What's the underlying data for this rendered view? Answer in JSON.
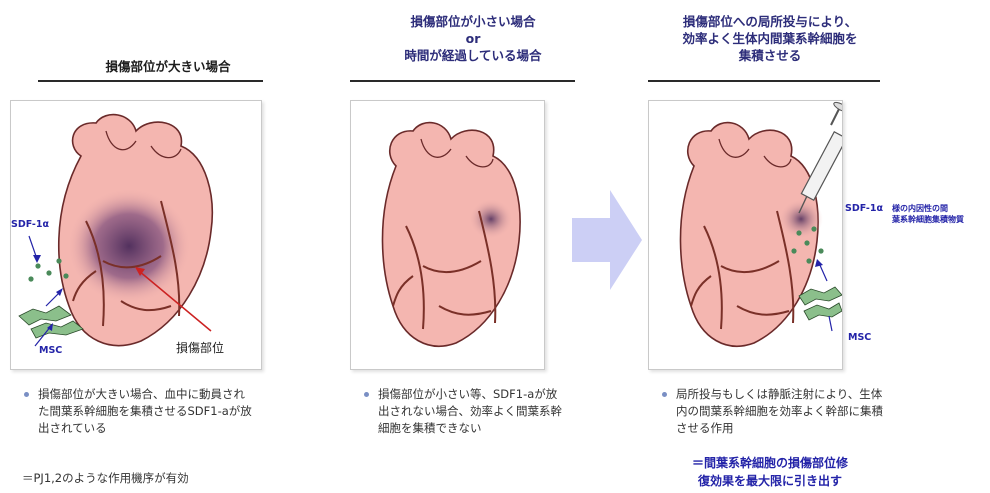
{
  "columns": [
    {
      "header": "損傷部位が大きい場合",
      "bullet": "損傷部位が大きい場合、血中に動員された間葉系幹細胞を集積させるSDF1-aが放出されている",
      "note": "＝PJ1,2のような作用機序が有効"
    },
    {
      "header_line1": "損傷部位が小さい場合",
      "header_line2": "or",
      "header_line3": "時間が経過している場合",
      "bullet": "損傷部位が小さい等、SDF1-aが放出されない場合、効率よく間葉系幹細胞を集積できない"
    },
    {
      "header_line1": "損傷部位への局所投与により、",
      "header_line2": "効率よく生体内間葉系幹細胞を",
      "header_line3": "集積させる",
      "bullet": "局所投与もしくは静脈注射により、生体内の間葉系幹細胞を効率よく幹部に集積させる作用",
      "emphasis_line1": "＝間葉系幹細胞の損傷部位修",
      "emphasis_line2": "復効果を最大限に引き出す"
    }
  ],
  "panel1": {
    "sdf_label": "SDF-1α",
    "msc_label": "MSC",
    "injury_label": "損傷部位"
  },
  "panel3": {
    "sdf_label": "SDF-1α",
    "sdf_desc_line1": "様の内因性の間",
    "sdf_desc_line2": "葉系幹細胞集積物質",
    "msc_label": "MSC"
  },
  "colors": {
    "heart_fill": "#f4b6b0",
    "heart_stroke": "#6a2a2a",
    "vessel": "#7a3028",
    "injury": "#5a3a6a",
    "arrow": "#cccff5",
    "label_blue": "#2323a8",
    "red_arrow": "#cc2222"
  }
}
